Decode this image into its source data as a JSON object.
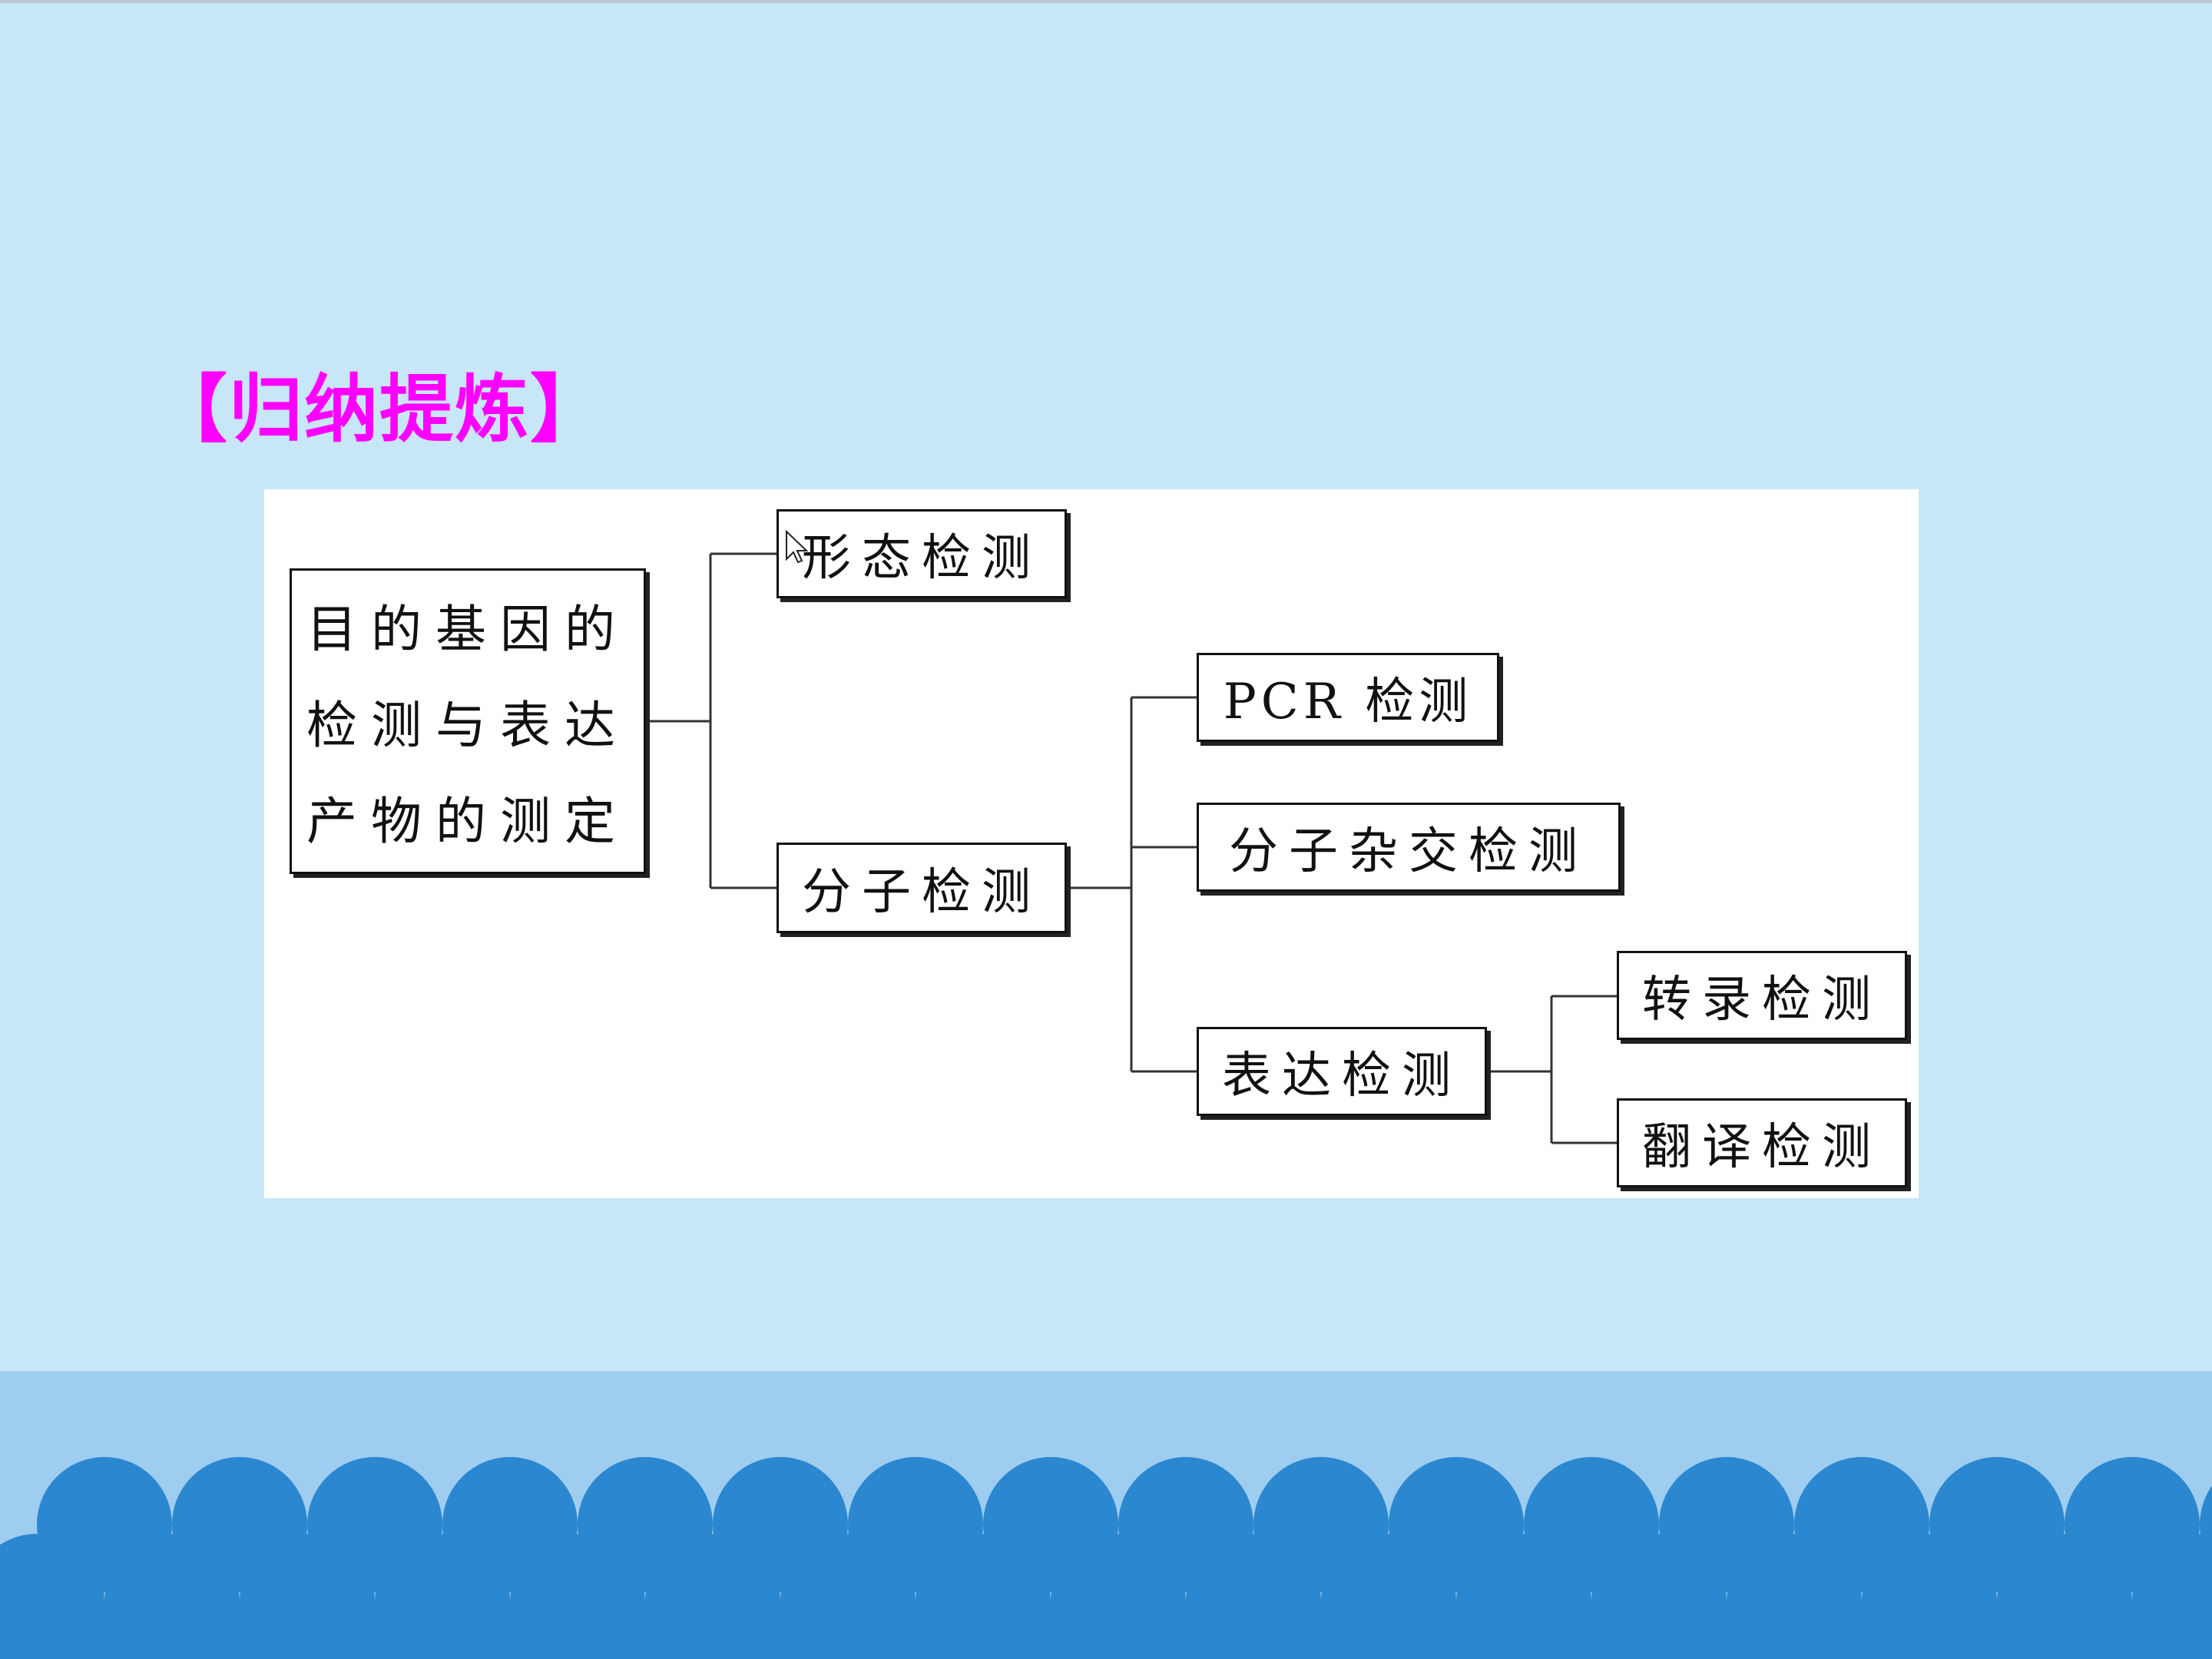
{
  "slide": {
    "heading": "【归纳提炼】",
    "colors": {
      "background": "#c7e6f8",
      "heading": "#ff00ff",
      "wave": "#2b87cf",
      "band": "#9fcdef"
    }
  },
  "diagram": {
    "root": {
      "lines": [
        "目的基因的",
        "检测与表达",
        "产物的测定"
      ]
    },
    "morphology": "形态检测",
    "molecular": "分子检测",
    "pcr": "PCR 检测",
    "hybridization": "分子杂交检测",
    "expression": "表达检测",
    "transcription": "转录检测",
    "translation": "翻译检测"
  }
}
